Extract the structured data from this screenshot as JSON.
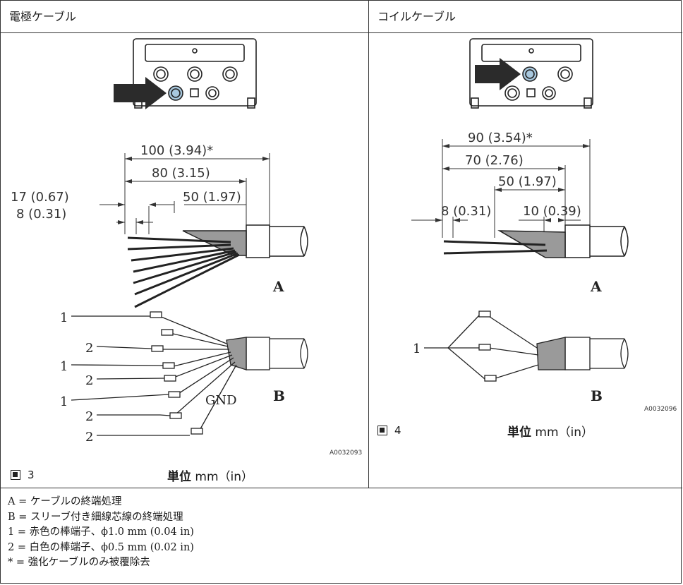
{
  "headers": {
    "left": "電極ケーブル",
    "right": "コイルケーブル"
  },
  "left_figure": {
    "dims": {
      "d100": "100 (3.94)*",
      "d80": "80 (3.15)",
      "d17": "17 (0.67)",
      "d50": "50 (1.97)",
      "d8": "8 (0.31)"
    },
    "label_a": "A",
    "label_b": "B",
    "wire_labels": [
      "1",
      "2",
      "1",
      "2",
      "1",
      "2",
      "2"
    ],
    "gnd": "GND",
    "code": "A0032093",
    "fig_number": "3",
    "unit_bold": "単位",
    "unit_rest": " mm（in）"
  },
  "right_figure": {
    "dims": {
      "d90": "90 (3.54)*",
      "d70": "70 (2.76)",
      "d50": "50 (1.97)",
      "d8": "8 (0.31)",
      "d10": "10 (0.39)"
    },
    "label_a": "A",
    "label_b": "B",
    "wire_label": "1",
    "code": "A0032096",
    "fig_number": "4",
    "unit_bold": "単位",
    "unit_rest": " mm（in）"
  },
  "legend": [
    "A = ケーブルの終端処理",
    "B = スリーブ付き細線芯線の終端処理",
    "1 = 赤色の棒端子、ϕ1.0 mm (0.04 in)",
    "2 = 白色の棒端子、ϕ0.5 mm (0.02 in)",
    "* = 強化ケーブルのみ被覆除去"
  ],
  "colors": {
    "arrow": "#2b2b2b",
    "highlight": "#a8c8de",
    "shield": "#9a9a9a"
  }
}
